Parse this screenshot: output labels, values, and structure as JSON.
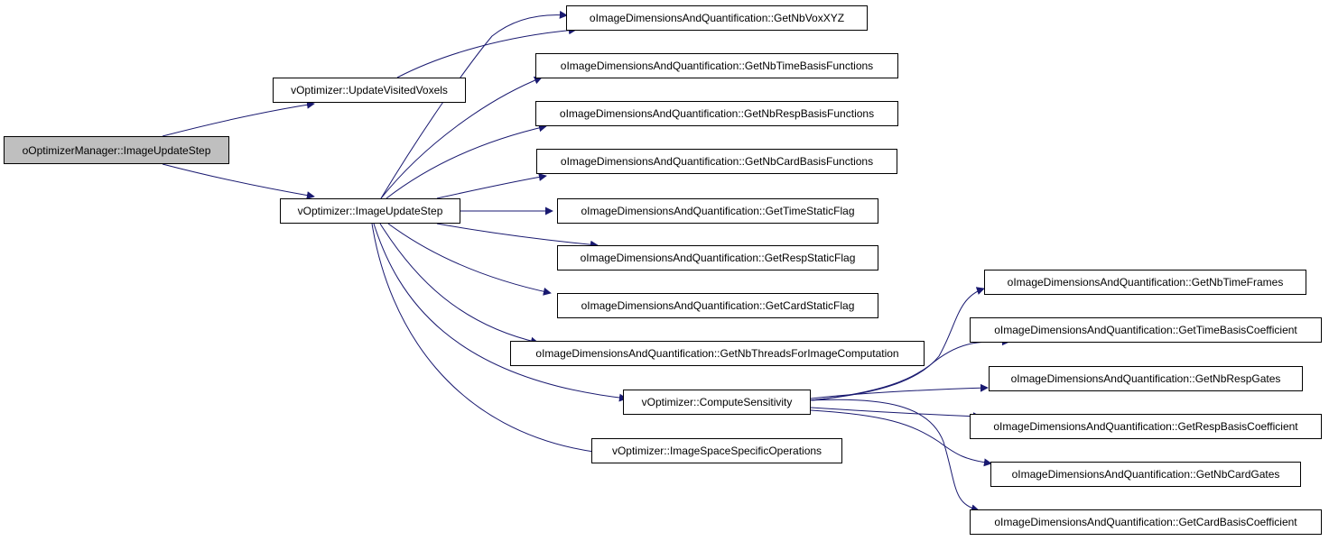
{
  "edge_color": "#191970",
  "root_fill": "#bfbfbf",
  "nodes": [
    {
      "id": "root",
      "label": "oOptimizerManager::ImageUpdateStep"
    },
    {
      "id": "upd_visited",
      "label": "vOptimizer::UpdateVisitedVoxels"
    },
    {
      "id": "img_update",
      "label": "vOptimizer::ImageUpdateStep"
    },
    {
      "id": "nbvox",
      "label": "oImageDimensionsAndQuantification::GetNbVoxXYZ"
    },
    {
      "id": "nbtimebasis",
      "label": "oImageDimensionsAndQuantification::GetNbTimeBasisFunctions"
    },
    {
      "id": "nbrespbasis",
      "label": "oImageDimensionsAndQuantification::GetNbRespBasisFunctions"
    },
    {
      "id": "nbcardbasis",
      "label": "oImageDimensionsAndQuantification::GetNbCardBasisFunctions"
    },
    {
      "id": "timestatic",
      "label": "oImageDimensionsAndQuantification::GetTimeStaticFlag"
    },
    {
      "id": "respstatic",
      "label": "oImageDimensionsAndQuantification::GetRespStaticFlag"
    },
    {
      "id": "cardstatic",
      "label": "oImageDimensionsAndQuantification::GetCardStaticFlag"
    },
    {
      "id": "nbthreads",
      "label": "oImageDimensionsAndQuantification::GetNbThreadsForImageComputation"
    },
    {
      "id": "compsens",
      "label": "vOptimizer::ComputeSensitivity"
    },
    {
      "id": "imgspace",
      "label": "vOptimizer::ImageSpaceSpecificOperations"
    },
    {
      "id": "nbtimeframes",
      "label": "oImageDimensionsAndQuantification::GetNbTimeFrames"
    },
    {
      "id": "timebasiscoef",
      "label": "oImageDimensionsAndQuantification::GetTimeBasisCoefficient"
    },
    {
      "id": "nbrespgates",
      "label": "oImageDimensionsAndQuantification::GetNbRespGates"
    },
    {
      "id": "respbasiscoef",
      "label": "oImageDimensionsAndQuantification::GetRespBasisCoefficient"
    },
    {
      "id": "nbcardgates",
      "label": "oImageDimensionsAndQuantification::GetNbCardGates"
    },
    {
      "id": "cardbasiscoef",
      "label": "oImageDimensionsAndQuantification::GetCardBasisCoefficient"
    }
  ],
  "edges": [
    {
      "from": "root",
      "to": "upd_visited"
    },
    {
      "from": "root",
      "to": "img_update"
    },
    {
      "from": "upd_visited",
      "to": "nbvox"
    },
    {
      "from": "img_update",
      "to": "nbvox"
    },
    {
      "from": "img_update",
      "to": "nbtimebasis"
    },
    {
      "from": "img_update",
      "to": "nbrespbasis"
    },
    {
      "from": "img_update",
      "to": "nbcardbasis"
    },
    {
      "from": "img_update",
      "to": "timestatic"
    },
    {
      "from": "img_update",
      "to": "respstatic"
    },
    {
      "from": "img_update",
      "to": "cardstatic"
    },
    {
      "from": "img_update",
      "to": "nbthreads"
    },
    {
      "from": "img_update",
      "to": "compsens"
    },
    {
      "from": "img_update",
      "to": "imgspace"
    },
    {
      "from": "compsens",
      "to": "nbtimeframes"
    },
    {
      "from": "compsens",
      "to": "timebasiscoef"
    },
    {
      "from": "compsens",
      "to": "nbrespgates"
    },
    {
      "from": "compsens",
      "to": "respbasiscoef"
    },
    {
      "from": "compsens",
      "to": "nbcardgates"
    },
    {
      "from": "compsens",
      "to": "cardbasiscoef"
    }
  ]
}
